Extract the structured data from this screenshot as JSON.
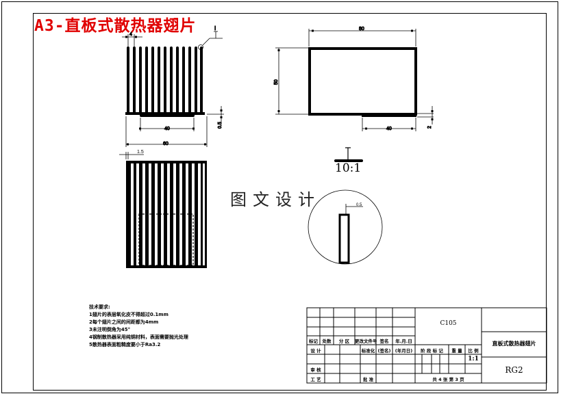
{
  "title": "A3-直板式散热器翅片",
  "watermark": "图文设计",
  "detail_view": {
    "label": "I",
    "scale": "10:1",
    "fin_thickness": "0.5"
  },
  "front_view": {
    "fin_pitch": "4",
    "base_width_bottom": "40",
    "overall_width": "60",
    "base_thickness": "0.5",
    "detail_ref": "I"
  },
  "side_view": {
    "width": "80",
    "height": "50",
    "base_width": "40",
    "base_thickness": "2"
  },
  "top_view": {
    "fin_spacing": "1.5"
  },
  "technical_requirements": {
    "heading": "技术要求:",
    "items": [
      "1翅片的表层氧化皮不得超过0.1mm",
      "2每个翅片之间的间距都为4mm",
      "3未注明倒角为45°",
      "4钢制散热器采用纯铜材料，表面需要抛光处理",
      "5散热器表面粗糙度要小于Ra3.2"
    ]
  },
  "title_block": {
    "header_row": [
      "标记",
      "处数",
      "分 区",
      "更改文件号",
      "签名",
      "年.月.日"
    ],
    "design_row": [
      "设 计",
      "",
      "",
      "标准化",
      "(签名)",
      "(年月日)"
    ],
    "review_label": "审 核",
    "process_label": "工 艺",
    "approve_label": "批 准",
    "material": "C105",
    "stage_headers": [
      "阶 段 标 记",
      "重 量",
      "比 例"
    ],
    "ratio": "1:1",
    "sheets": "共 4 张   第 3 页",
    "part_name": "直板式散热器翅片",
    "drawing_no": "RG2"
  }
}
